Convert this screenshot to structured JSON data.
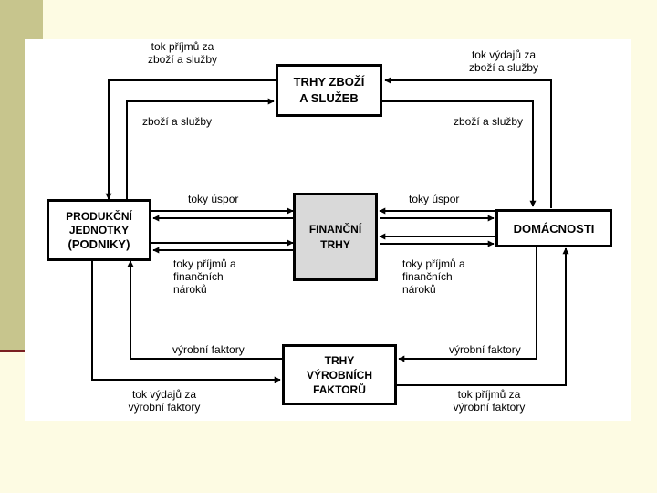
{
  "boxes": {
    "goods_market": [
      "TRHY ZBOŽÍ",
      "A SLUŽEB"
    ],
    "firms": [
      "PRODUKČNÍ",
      "JEDNOTKY",
      "(PODNIKY)"
    ],
    "financial_markets": [
      "FINANČNÍ",
      "TRHY"
    ],
    "households": [
      "DOMÁCNOSTI"
    ],
    "factor_markets": [
      "TRHY",
      "VÝROBNÍCH",
      "FAKTORŮ"
    ]
  },
  "labels": {
    "income_goods": [
      "tok příjmů za",
      "zboží a služby"
    ],
    "goods_left": "zboží a služby",
    "expenses_goods": [
      "tok výdajů za",
      "zboží a služby"
    ],
    "goods_right": "zboží a služby",
    "savings_left": "toky úspor",
    "savings_right": "toky úspor",
    "claims_left": [
      "toky příjmů a",
      "finančních",
      "nároků"
    ],
    "claims_right": [
      "toky příjmů a",
      "finančních",
      "nároků"
    ],
    "factors_left": "výrobní faktory",
    "factors_right": "výrobní faktory",
    "expenses_factors": [
      "tok výdajů za",
      "výrobní faktory"
    ],
    "income_factors": [
      "tok příjmů za",
      "výrobní faktory"
    ]
  },
  "colors": {
    "background": "#fdfbe3",
    "sidebar": "#c7c58d",
    "accent_line": "#7a1f22",
    "financial_box": "#d9d9d9"
  }
}
